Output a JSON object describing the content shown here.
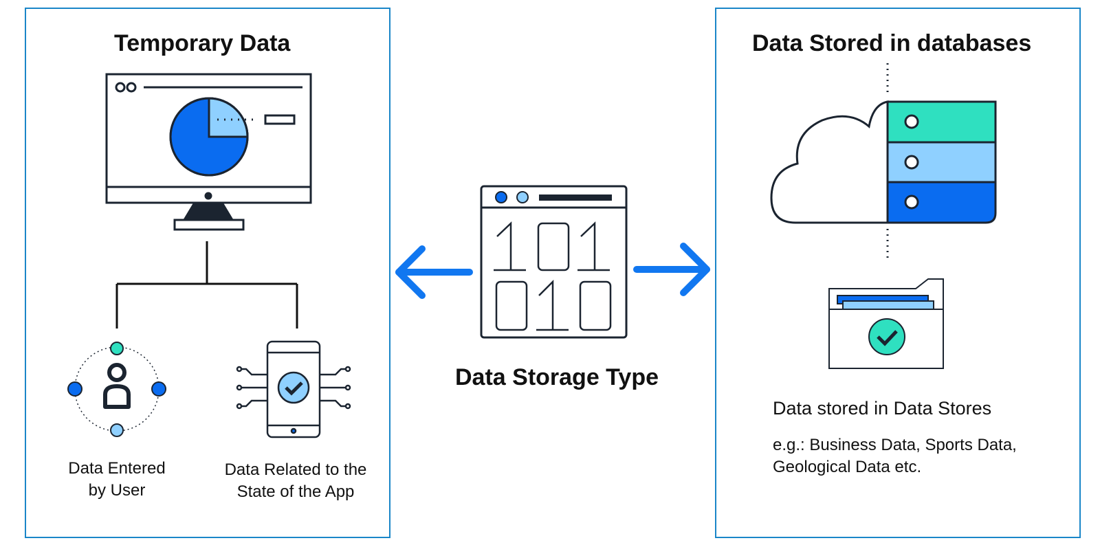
{
  "left_panel": {
    "title": "Temporary Data",
    "items": [
      {
        "label_line1": "Data Entered",
        "label_line2": "by User"
      },
      {
        "label_line1": "Data Related to the",
        "label_line2": "State of the App"
      }
    ]
  },
  "center": {
    "title": "Data Storage Type",
    "binary_row1": [
      "1",
      "0",
      "1"
    ],
    "binary_row2": [
      "0",
      "1",
      "0"
    ]
  },
  "right_panel": {
    "title": "Data Stored in databases",
    "description": "Data stored in Data Stores",
    "example_line1": "e.g.: Business Data, Sports Data,",
    "example_line2": "Geological Data etc."
  },
  "colors": {
    "border": "#1a86c8",
    "blue": "#0a6cf0",
    "light_blue": "#8fd0ff",
    "teal": "#2fe0c0",
    "outline": "#1b2430",
    "arrow": "#1177f0"
  }
}
